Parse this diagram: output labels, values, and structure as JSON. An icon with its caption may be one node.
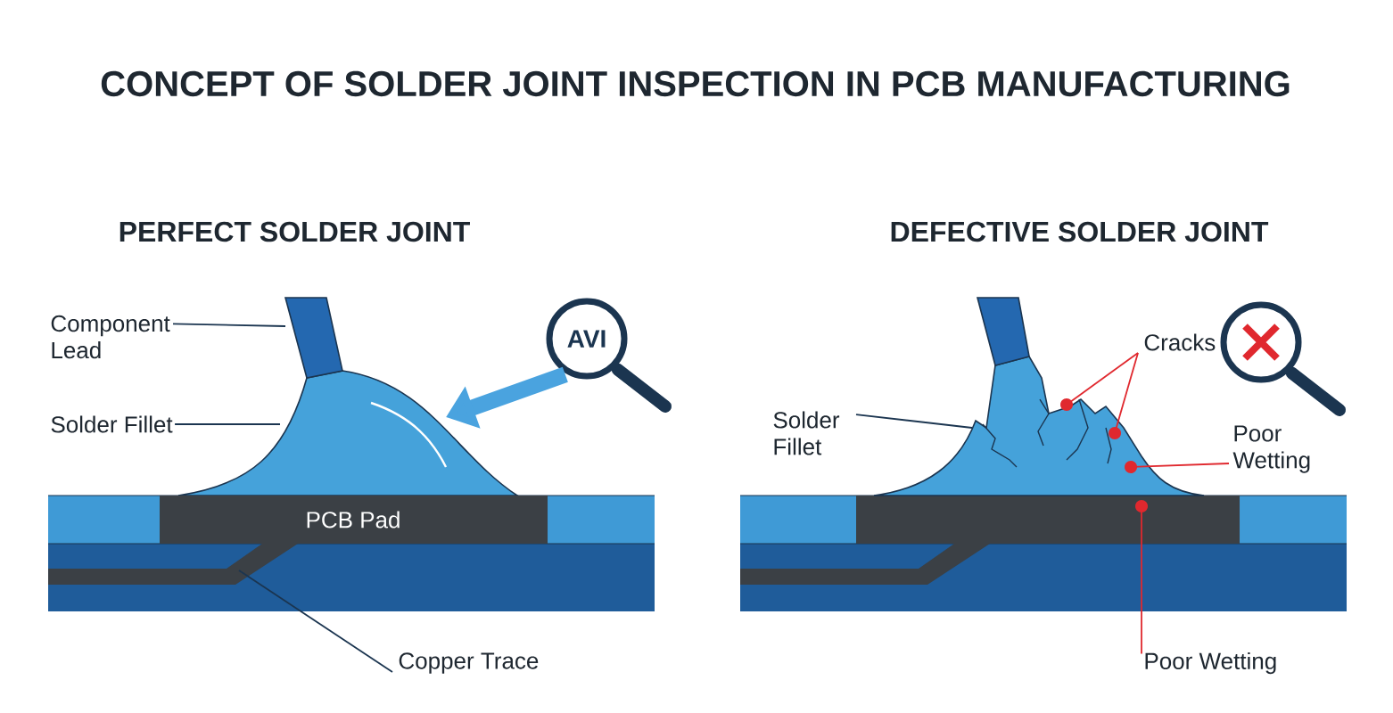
{
  "diagram": {
    "title": "CONCEPT OF SOLDER JOINT INSPECTION IN PCB MANUFACTURING",
    "nodes": [
      {
        "text": [
          "Component Lead"
        ]
      },
      {
        "text": [
          "Solder Fillet"
        ]
      },
      {
        "text": [
          "AVI"
        ]
      },
      {
        "text": [
          "PCB Pad"
        ]
      },
      {
        "text": [
          "Copper Trace"
        ]
      },
      {
        "text": [
          "Solder Fillet"
        ]
      },
      {
        "text": [
          "Cracks"
        ]
      },
      {
        "text": [
          "Poor Wetting"
        ]
      },
      {
        "text": [
          "Poor Wetting"
        ]
      },
      {
        "text": [],
        "shape": "circle"
      },
      {
        "text": [],
        "shape": "bar"
      },
      {
        "text": [],
        "shape": "picture"
      }
    ],
    "edges": [
      {
        "from": 0,
        "to": null,
        "arrow": "none"
      },
      {
        "from": 1,
        "to": null,
        "arrow": "none"
      },
      {
        "from": 2,
        "to": null,
        "arrow": "to",
        "style": "thick",
        "color": "#4aa3df"
      },
      {
        "from": 4,
        "to": 10,
        "arrow": "none"
      },
      {
        "from": 5,
        "to": 11,
        "arrow": "none"
      },
      {
        "from": 6,
        "to": 11,
        "arrow": "other",
        "color": "#e0282e"
      },
      {
        "from": 6,
        "to": 11,
        "arrow": "other",
        "color": "#e0282e"
      },
      {
        "from": 7,
        "to": 11,
        "arrow": "other",
        "color": "#e0282e"
      },
      {
        "from": 8,
        "to": 11,
        "arrow": "other",
        "color": "#e0282e"
      }
    ],
    "labels": [
      "PERFECT SOLDER JOINT",
      "DEFECTIVE SOLDER JOINT"
    ]
  }
}
